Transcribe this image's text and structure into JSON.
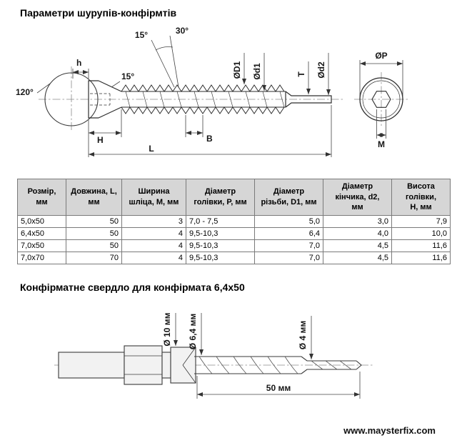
{
  "page": {
    "title_screw": "Параметри шурупів-конфірмтів",
    "title_drill": "Конфірматне свердло для конфірмата 6,4x50",
    "footer": "www.maysterfix.com"
  },
  "screw_diagram": {
    "angle_chamfer": "120°",
    "dim_h": "h",
    "angle_head": "15°",
    "angle_thread_left": "15°",
    "angle_thread_right": "30°",
    "dim_D1": "ØD1",
    "dim_d1": "Ød1",
    "dim_T": "T",
    "dim_d2": "Ød2",
    "dim_P": "ØP",
    "dim_M": "M",
    "dim_H": "H",
    "dim_B": "B",
    "dim_L": "L"
  },
  "table": {
    "headers": [
      "Розмір,\nмм",
      "Довжина, L,\nмм",
      "Ширина\nшліца, M, мм",
      "Діаметр\nголівки, P, мм",
      "Діаметр\nрізьби, D1, мм",
      "Діаметр\nкінчика, d2,\nмм",
      "Висота\nголівки,\nН, мм"
    ],
    "rows": [
      [
        "5,0x50",
        "50",
        "3",
        "7,0 - 7,5",
        "5,0",
        "3,0",
        "7,9"
      ],
      [
        "6,4x50",
        "50",
        "4",
        "9,5-10,3",
        "6,4",
        "4,0",
        "10,0"
      ],
      [
        "7,0x50",
        "50",
        "4",
        "9,5-10,3",
        "7,0",
        "4,5",
        "11,6"
      ],
      [
        "7,0x70",
        "70",
        "4",
        "9,5-10,3",
        "7,0",
        "4,5",
        "11,6"
      ]
    ]
  },
  "drill_diagram": {
    "dim_shank": "Ø 10 мм",
    "dim_body": "Ø 6,4 мм",
    "dim_tip": "Ø 4 мм",
    "dim_length": "50 мм"
  }
}
